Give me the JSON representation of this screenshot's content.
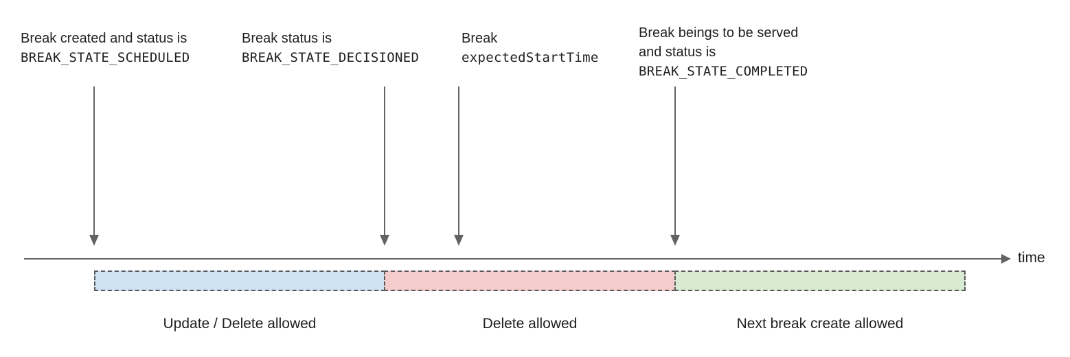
{
  "annotations": [
    {
      "line1": "Break created and status is",
      "code": "BREAK_STATE_SCHEDULED"
    },
    {
      "line1": "Break status is",
      "code": "BREAK_STATE_DECISIONED"
    },
    {
      "line1": "Break",
      "code": "expectedStartTime"
    },
    {
      "line1": "Break beings to be served",
      "line2": "and status is",
      "code": "BREAK_STATE_COMPLETED"
    }
  ],
  "axis": {
    "label": "time"
  },
  "segments": [
    {
      "label": "Update / Delete allowed",
      "color": "#cfe2f3"
    },
    {
      "label": "Delete allowed",
      "color": "#f4cccc"
    },
    {
      "label": "Next break create allowed",
      "color": "#d9ead3"
    }
  ],
  "colors": {
    "arrow": "#636363",
    "segment_border": "#595959",
    "text": "#202124"
  }
}
